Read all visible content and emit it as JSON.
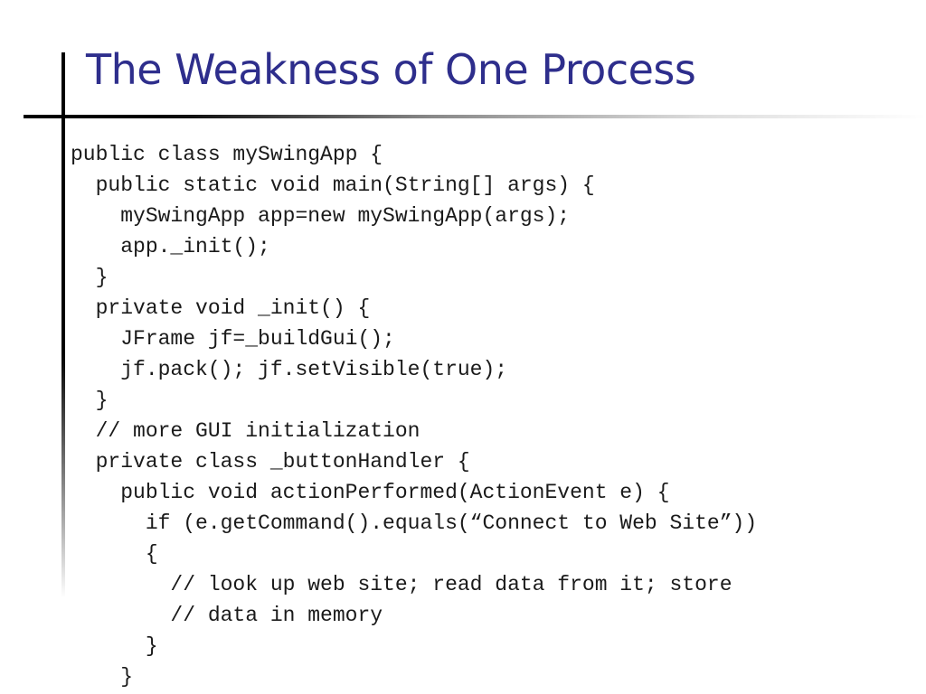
{
  "slide": {
    "title": "The Weakness of One Process",
    "code_lines": [
      "public class mySwingApp {",
      "  public static void main(String[] args) {",
      "    mySwingApp app=new mySwingApp(args);",
      "    app._init();",
      "  }",
      "  private void _init() {",
      "    JFrame jf=_buildGui();",
      "    jf.pack(); jf.setVisible(true);",
      "  }",
      "  // more GUI initialization",
      "  private class _buttonHandler {",
      "    public void actionPerformed(ActionEvent e) {",
      "      if (e.getCommand().equals(“Connect to Web Site”))",
      "      {",
      "        // look up web site; read data from it; store",
      "        // data in memory",
      "      }",
      "    }"
    ]
  }
}
